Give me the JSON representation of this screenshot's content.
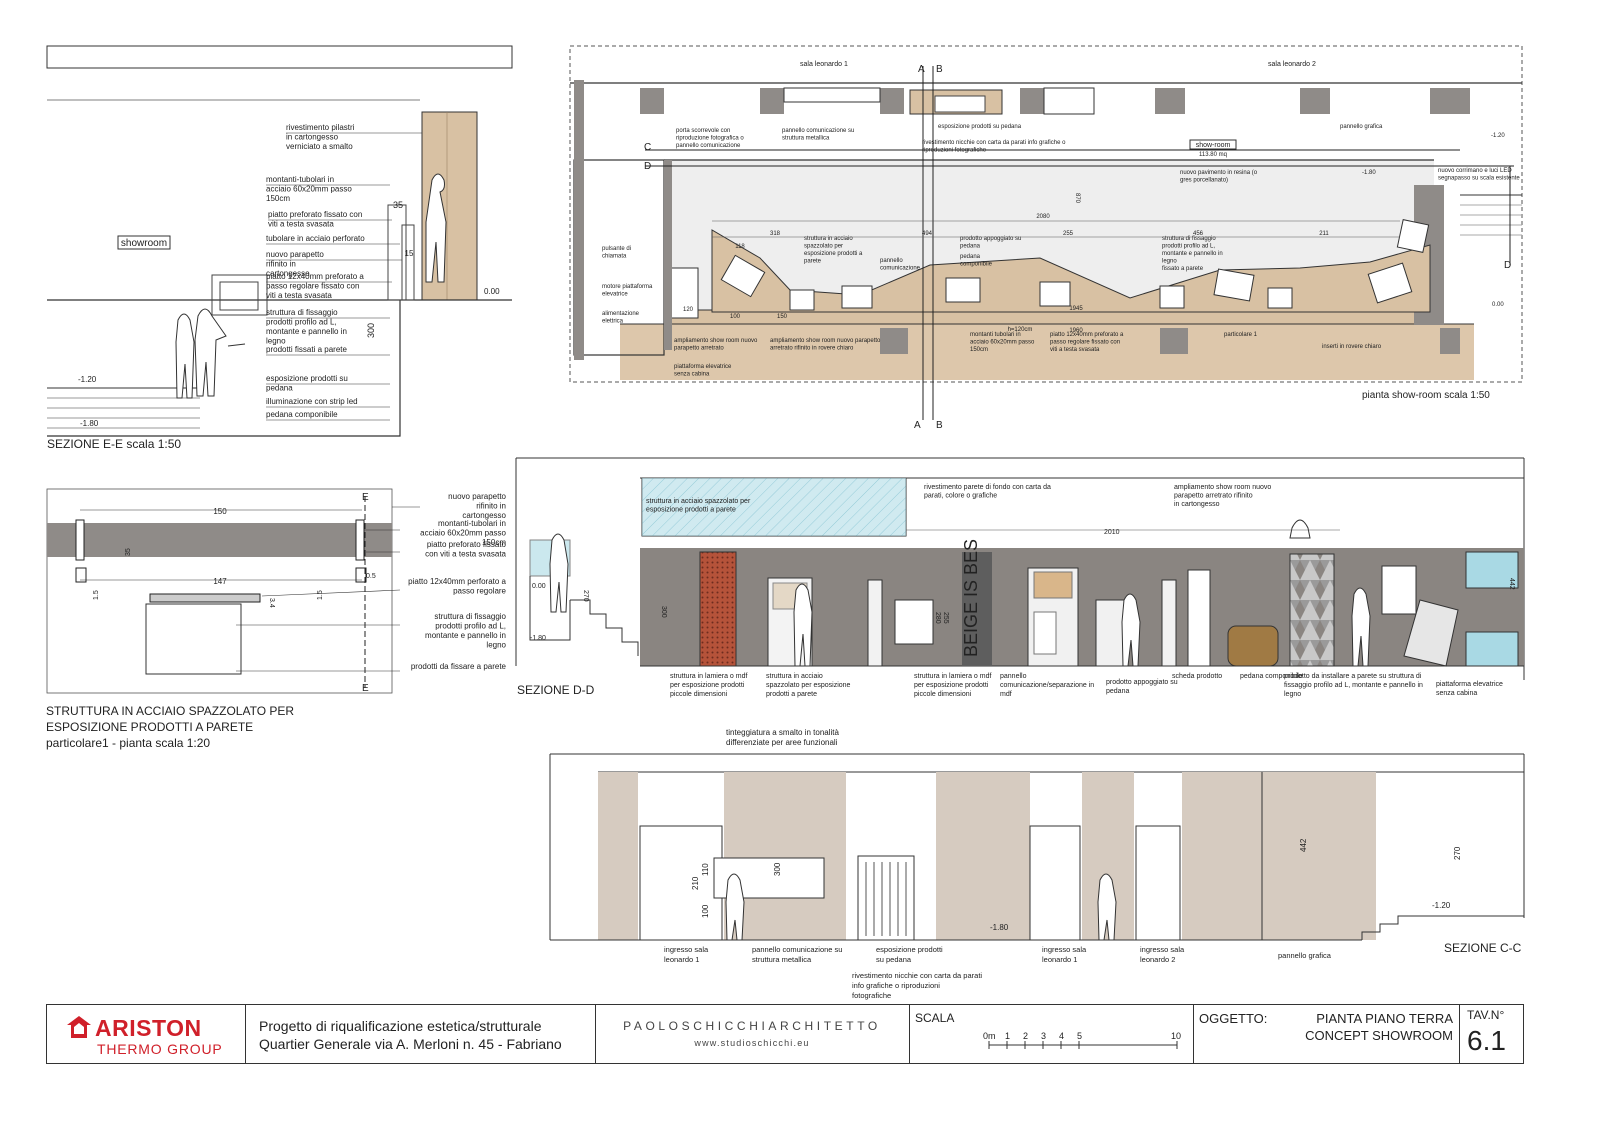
{
  "section_ee": {
    "title": "SEZIONE E-E  scala 1:50",
    "room_label": "showroom",
    "dims": {
      "d35": "35",
      "d15": "15",
      "d300": "300",
      "lvl0": "0.00",
      "lvl_m120": "-1.20",
      "lvl_m180": "-1.80"
    },
    "notes": [
      "rivestimento pilastri in cartongesso verniciato a smalto",
      "montanti-tubolari in acciaio 60x20mm passo 150cm",
      "piatto preforato fissato con viti a testa svasata",
      "tubolare in acciaio perforato",
      "nuovo parapetto rifinito in cartongesso",
      "piatto 12x40mm preforato a passo regolare fissato con viti a testa svasata",
      "struttura di fissaggio prodotti profilo ad L, montante e pannello in legno",
      "prodotti fissati a parete",
      "esposizione prodotti su pedana",
      "illuminazione con strip led",
      "pedana componibile"
    ]
  },
  "plan": {
    "title": "pianta show-room scala 1:50",
    "rooms": {
      "leonardo1": "sala leonardo 1",
      "leonardo2": "sala leonardo 2",
      "showroom": "show-room",
      "showroom_area": "113.80 mq"
    },
    "section_marks": {
      "a": "A",
      "b": "B",
      "c": "C",
      "d": "D"
    },
    "notes": [
      "porta scorrevole con riproduzione fotografica o pannello comunicazione",
      "pannello comunicazione su struttura metallica",
      "esposizione prodotti su pedana",
      "rivestimento nicchie con carta da parati info grafiche o riproduzioni fotografiche",
      "pannello grafica",
      "nuovo corrimano e luci LED segnapasso su scala esistente",
      "nuovo pavimento in resina (o gres porcellanato)",
      "pulsante di chiamata",
      "motore piattaforma elevatrice",
      "alimentazione elettrica",
      "struttura in acciaio spazzolato per esposizione prodotti a parete",
      "pannello comunicazione",
      "prodotto appoggiato su pedana",
      "pedana componibile",
      "struttura di fissaggio prodotti profilo ad L, montante e pannello in legno",
      "fissato a parete",
      "ampliamento show room nuovo parapetto arretrato",
      "piattaforma elevatrice senza cabina",
      "ampliamento show room nuovo parapetto arretrato rifinito in rovere chiaro",
      "montanti tubolari in acciaio 60x20mm passo 150cm",
      "piatto 12x40mm preforato a passo regolare fissato con viti a testa svasata",
      "particolare 1",
      "inserti in rovere chiaro"
    ],
    "dims": [
      "318",
      "494",
      "255",
      "456",
      "211",
      "2080",
      "118",
      "870",
      "150",
      "100",
      "1945",
      "1960",
      "120",
      "h=120cm"
    ],
    "levels": [
      "-1.20",
      "-1.80",
      "0.00"
    ]
  },
  "detail": {
    "title_lines": [
      "STRUTTURA IN ACCIAIO SPAZZOLATO PER",
      "ESPOSIZIONE PRODOTTI A PARETE",
      "particolare1 -  pianta scala 1:20"
    ],
    "dims": [
      "150",
      "147",
      "1.5",
      "35",
      "0.5",
      "3.4"
    ],
    "mark": "E",
    "notes": [
      "nuovo parapetto rifinito in cartongesso",
      "montanti-tubolari in acciaio 60x20mm passo 150cm",
      "piatto preforato fissato con viti a testa svasata",
      "piatto 12x40mm perforato a passo regolare",
      "struttura di fissaggio prodotti profilo ad L, montante e pannello in legno",
      "prodotti da fissare a parete"
    ]
  },
  "section_dd": {
    "title": "SEZIONE D-D",
    "top_notes": [
      "struttura in acciaio spazzolato per esposizione prodotti a parete",
      "rivestimento parete di fondo con carta da parati, colore o grafiche",
      "ampliamento show room nuovo parapetto arretrato rifinito in cartongesso"
    ],
    "dims": [
      "2010",
      "300",
      "270",
      "280",
      "255",
      "442",
      "0.00",
      "-1.80"
    ],
    "panel_text": "BEIGE IS BES",
    "bottom_notes": [
      "struttura in lamiera o mdf per esposizione prodotti piccole dimensioni",
      "struttura in acciaio spazzolato per esposizione prodotti a parete",
      "struttura in lamiera o mdf per esposizione prodotti piccole dimensioni",
      "pannello comunicazione/separazione in mdf",
      "prodotto appoggiato su pedana",
      "scheda prodotto",
      "pedana componibile",
      "prodotto da installare a parete su struttura di fissaggio profilo ad L, montante e pannello in legno",
      "piattaforma elevatrice senza cabina"
    ]
  },
  "section_cc": {
    "title": "SEZIONE C-C",
    "top_note": "tinteggiatura a smalto in tonalità differenziate per aree funzionali",
    "dims": [
      "210",
      "110",
      "100",
      "300",
      "442",
      "270",
      "-1.80",
      "-1.20"
    ],
    "bottom_notes": [
      "ingresso sala leonardo 1",
      "pannello comunicazione su struttura metallica",
      "esposizione prodotti su pedana",
      "rivestimento nicchie con carta da parati info grafiche o riproduzioni fotografiche",
      "ingresso sala leonardo 1",
      "ingresso sala leonardo 2",
      "pannello grafica"
    ]
  },
  "title_block": {
    "brand": "ARISTON",
    "brand_sub": "THERMO GROUP",
    "project_line1": "Progetto di riqualificazione estetica/strutturale",
    "project_line2": "Quartier Generale via A. Merloni n. 45 - Fabriano",
    "architect": "PAOLOSCHICCHIARCHITETTO",
    "website": "www.studioschicchi.eu",
    "scala_label": "SCALA",
    "scale_ticks": [
      "0m",
      "1",
      "2",
      "3",
      "4",
      "5",
      "10"
    ],
    "oggetto_label": "OGGETTO:",
    "oggetto_line1": "PIANTA PIANO TERRA",
    "oggetto_line2": "CONCEPT SHOWROOM",
    "tav_label": "TAV.N°",
    "tav_number": "6.1"
  },
  "colors": {
    "wood": "#d8c1a3",
    "wall_grey": "#8f8b88",
    "dd_wall": "#8a8581",
    "cc_wall": "#d6cbc0",
    "glass": "#a9d9e4",
    "brand_red": "#d0202a"
  }
}
